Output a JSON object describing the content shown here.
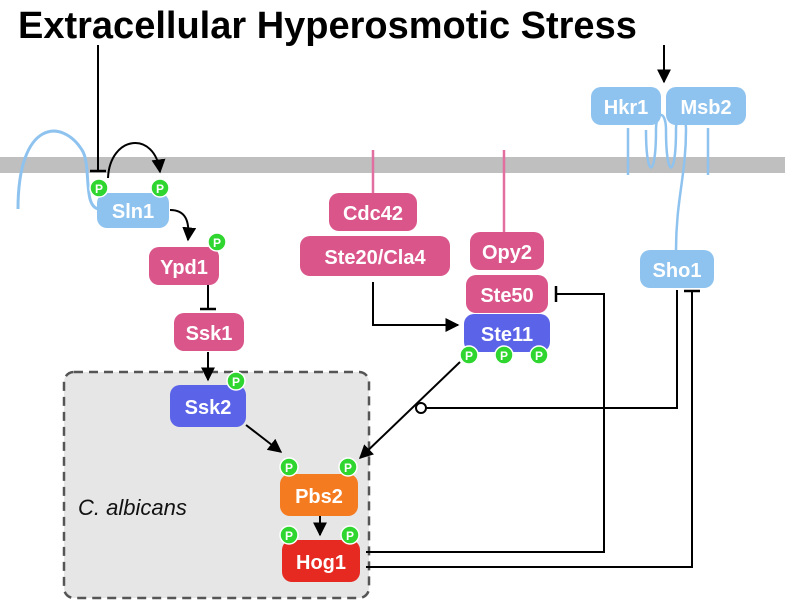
{
  "title": "Extracellular Hyperosmotic Stress",
  "species_label": "C. albicans",
  "phospho_label": "P",
  "colors": {
    "blue_sensor": "#8fc3ef",
    "magenta": "#d9558a",
    "orange": "#f47b20",
    "red": "#e62a22",
    "purple_blue": "#5b63e8",
    "phospho": "#2fd62f",
    "membrane": "#bfbfbf",
    "box_fill": "#e6e6e6",
    "pink_line": "#e36fa0"
  },
  "nodes": {
    "sln1": "Sln1",
    "ypd1": "Ypd1",
    "ssk1": "Ssk1",
    "ssk2": "Ssk2",
    "pbs2": "Pbs2",
    "hog1": "Hog1",
    "cdc42": "Cdc42",
    "ste20": "Ste20/Cla4",
    "opy2": "Opy2",
    "ste50": "Ste50",
    "ste11": "Ste11",
    "hkr1": "Hkr1",
    "msb2": "Msb2",
    "sho1": "Sho1"
  }
}
